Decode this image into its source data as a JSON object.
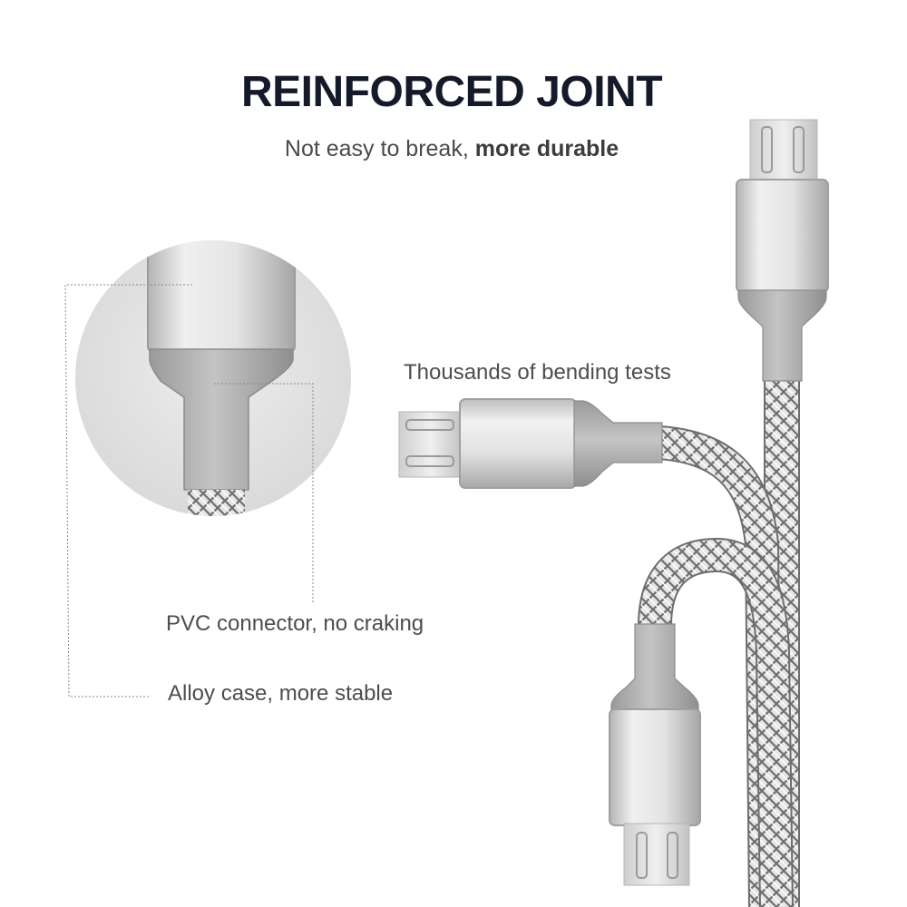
{
  "header": {
    "title": "REINFORCED JOINT",
    "subtitle_plain": "Not easy to break,",
    "subtitle_bold": "more durable"
  },
  "callouts": {
    "bending": "Thousands of bending tests",
    "pvc": "PVC connector, no craking",
    "alloy": "Alloy case, more stable"
  },
  "colors": {
    "title": "#141a29",
    "text": "#4d4d4d",
    "metal": "#c8c8c8",
    "pvc": "#a9a9a9",
    "braid": "#d9d9d9",
    "background": "#ffffff"
  }
}
